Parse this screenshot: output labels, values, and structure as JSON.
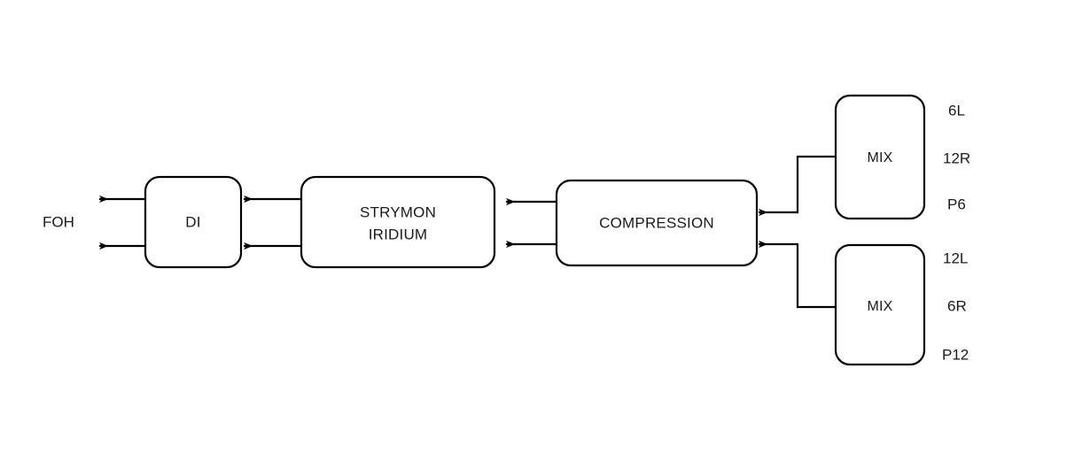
{
  "diagram": {
    "type": "signal-flow-block-diagram",
    "background_color": "#ffffff",
    "stroke_color": "#000000",
    "text_color": "#1a1a1a",
    "nodes": [
      {
        "id": "di",
        "label": "DI",
        "shape": "rounded-rect"
      },
      {
        "id": "strymon",
        "label_line1": "STRYMON",
        "label_line2": "IRIDIUM",
        "shape": "rounded-rect"
      },
      {
        "id": "compression",
        "label": "COMPRESSION",
        "shape": "rounded-rect"
      },
      {
        "id": "mix_top",
        "label": "MIX",
        "shape": "rounded-rect"
      },
      {
        "id": "mix_bottom",
        "label": "MIX",
        "shape": "rounded-rect"
      }
    ],
    "output_label": "FOH",
    "ports": {
      "mix_top": [
        "6L",
        "12R",
        "P6"
      ],
      "mix_bottom": [
        "12L",
        "6R",
        "P12"
      ]
    },
    "edges": [
      {
        "from": "di",
        "to": "FOH",
        "channel": "upper",
        "arrow": "left"
      },
      {
        "from": "di",
        "to": "FOH",
        "channel": "lower",
        "arrow": "left"
      },
      {
        "from": "strymon",
        "to": "di",
        "channel": "upper",
        "arrow": "left"
      },
      {
        "from": "strymon",
        "to": "di",
        "channel": "lower",
        "arrow": "left"
      },
      {
        "from": "compression",
        "to": "strymon",
        "channel": "upper",
        "arrow": "left"
      },
      {
        "from": "compression",
        "to": "strymon",
        "channel": "lower",
        "arrow": "left"
      },
      {
        "from": "mix_top",
        "to": "compression",
        "channel": "upper",
        "arrow": "left"
      },
      {
        "from": "mix_bottom",
        "to": "compression",
        "channel": "lower",
        "arrow": "left"
      }
    ]
  }
}
